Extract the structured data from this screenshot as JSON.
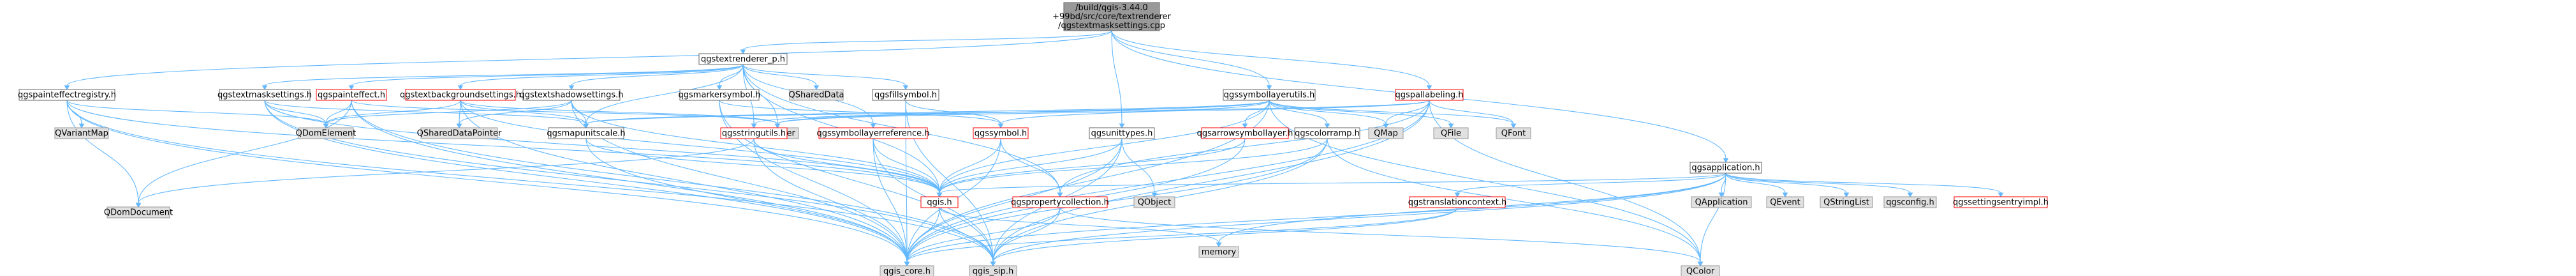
{
  "palette": {
    "root_fill": "#999999",
    "root_stroke": "#666666",
    "white_fill": "#ffffff",
    "white_stroke": "#666666",
    "red_stroke": "#ff0000",
    "grey_fill": "#e0e0e0",
    "grey_stroke": "#999999",
    "edge": "#63B8FF"
  },
  "nodes": [
    {
      "id": "root",
      "lines": [
        "/build/qgis-3.44.0",
        "+99bd/src/core/textrenderer",
        "/qgstextmasksettings.cpp"
      ],
      "style": "root"
    },
    {
      "id": "qgstextrenderer_p",
      "lines": [
        "qgstextrenderer_p.h"
      ],
      "style": "white"
    },
    {
      "id": "qgspainteffectregistry",
      "lines": [
        "qgspainteffectregistry.h"
      ],
      "style": "white"
    },
    {
      "id": "qgstextmasksettings",
      "lines": [
        "qgstextmasksettings.h"
      ],
      "style": "white"
    },
    {
      "id": "qgspainteffect",
      "lines": [
        "qgspainteffect.h"
      ],
      "style": "red"
    },
    {
      "id": "qgstextbackgroundsettings",
      "lines": [
        "qgstextbackgroundsettings.h"
      ],
      "style": "red"
    },
    {
      "id": "qgstextshadowsettings",
      "lines": [
        "qgstextshadowsettings.h"
      ],
      "style": "white"
    },
    {
      "id": "qgsmarkersymbol",
      "lines": [
        "qgsmarkersymbol.h"
      ],
      "style": "white"
    },
    {
      "id": "qshareddata",
      "lines": [
        "QSharedData"
      ],
      "style": "grey"
    },
    {
      "id": "qgsfillsymbol",
      "lines": [
        "qgsfillsymbol.h"
      ],
      "style": "white"
    },
    {
      "id": "qgssymbollayerutils",
      "lines": [
        "qgssymbollayerutils.h"
      ],
      "style": "white"
    },
    {
      "id": "qgspallabeling",
      "lines": [
        "qgspallabeling.h"
      ],
      "style": "red"
    },
    {
      "id": "qgsapplication",
      "lines": [
        "qgsapplication.h"
      ],
      "style": "white"
    },
    {
      "id": "qvariantmap",
      "lines": [
        "QVariantMap"
      ],
      "style": "grey"
    },
    {
      "id": "qdomelement",
      "lines": [
        "QDomElement"
      ],
      "style": "grey"
    },
    {
      "id": "qshareddatapointer",
      "lines": [
        "QSharedDataPointer"
      ],
      "style": "grey"
    },
    {
      "id": "qgsmapunitscale",
      "lines": [
        "qgsmapunitscale.h"
      ],
      "style": "white"
    },
    {
      "id": "qpainter",
      "lines": [
        "QPainter"
      ],
      "style": "grey"
    },
    {
      "id": "qgsstringutils",
      "lines": [
        "qgsstringutils.h"
      ],
      "style": "red"
    },
    {
      "id": "qgssymbollayerreference",
      "lines": [
        "qgssymbollayerreference.h"
      ],
      "style": "red"
    },
    {
      "id": "qgssymbol",
      "lines": [
        "qgssymbol.h"
      ],
      "style": "red"
    },
    {
      "id": "qgsunittypes",
      "lines": [
        "qgsunittypes.h"
      ],
      "style": "white"
    },
    {
      "id": "qgsarrowsymbollayer",
      "lines": [
        "qgsarrowsymbollayer.h"
      ],
      "style": "red"
    },
    {
      "id": "qgscolorramp",
      "lines": [
        "qgscolorramp.h"
      ],
      "style": "white"
    },
    {
      "id": "qmap",
      "lines": [
        "QMap"
      ],
      "style": "grey"
    },
    {
      "id": "qfile",
      "lines": [
        "QFile"
      ],
      "style": "grey"
    },
    {
      "id": "qfont",
      "lines": [
        "QFont"
      ],
      "style": "grey"
    },
    {
      "id": "qdomdocument",
      "lines": [
        "QDomDocument"
      ],
      "style": "grey"
    },
    {
      "id": "qgis_h",
      "lines": [
        "qgis.h"
      ],
      "style": "red"
    },
    {
      "id": "qobject",
      "lines": [
        "QObject"
      ],
      "style": "grey"
    },
    {
      "id": "qgspropertycollection",
      "lines": [
        "qgspropertycollection.h"
      ],
      "style": "red"
    },
    {
      "id": "qgstranslationcontext",
      "lines": [
        "qgstranslationcontext.h"
      ],
      "style": "red"
    },
    {
      "id": "qapplication",
      "lines": [
        "QApplication"
      ],
      "style": "grey"
    },
    {
      "id": "qevent",
      "lines": [
        "QEvent"
      ],
      "style": "grey"
    },
    {
      "id": "qstringlist",
      "lines": [
        "QStringList"
      ],
      "style": "grey"
    },
    {
      "id": "qgsconfig",
      "lines": [
        "qgsconfig.h"
      ],
      "style": "grey"
    },
    {
      "id": "qgssettingsentryimpl",
      "lines": [
        "qgssettingsentryimpl.h"
      ],
      "style": "red"
    },
    {
      "id": "memory",
      "lines": [
        "memory"
      ],
      "style": "grey"
    },
    {
      "id": "qgis_core",
      "lines": [
        "qgis_core.h"
      ],
      "style": "grey"
    },
    {
      "id": "qgis_sip",
      "lines": [
        "qgis_sip.h"
      ],
      "style": "grey"
    },
    {
      "id": "qcolor",
      "lines": [
        "QColor"
      ],
      "style": "grey"
    }
  ],
  "edges": [
    [
      "root",
      "qgstextrenderer_p"
    ],
    [
      "root",
      "qgspainteffectregistry"
    ],
    [
      "root",
      "qgssymbollayerutils"
    ],
    [
      "root",
      "qgspallabeling"
    ],
    [
      "root",
      "qgsunittypes"
    ],
    [
      "root",
      "qgsapplication"
    ],
    [
      "qgstextrenderer_p",
      "qgstextmasksettings"
    ],
    [
      "qgstextrenderer_p",
      "qgspainteffect"
    ],
    [
      "qgstextrenderer_p",
      "qgstextbackgroundsettings"
    ],
    [
      "qgstextrenderer_p",
      "qgstextshadowsettings"
    ],
    [
      "qgstextrenderer_p",
      "qgsmarkersymbol"
    ],
    [
      "qgstextrenderer_p",
      "qshareddata"
    ],
    [
      "qgstextrenderer_p",
      "qgsfillsymbol"
    ],
    [
      "qgstextrenderer_p",
      "qgsmapunitscale"
    ],
    [
      "qgstextrenderer_p",
      "qpainter"
    ],
    [
      "qgstextrenderer_p",
      "qgsstringutils"
    ],
    [
      "qgstextrenderer_p",
      "qgssymbollayerreference"
    ],
    [
      "qgstextrenderer_p",
      "qgis_h"
    ],
    [
      "qgstextrenderer_p",
      "qgspropertycollection"
    ],
    [
      "qgspainteffectregistry",
      "qvariantmap"
    ],
    [
      "qgspainteffectregistry",
      "qdomelement"
    ],
    [
      "qgspainteffectregistry",
      "qdomdocument"
    ],
    [
      "qgspainteffectregistry",
      "qgis_core"
    ],
    [
      "qgspainteffectregistry",
      "qgis_sip"
    ],
    [
      "qgspainteffectregistry",
      "qgis_h"
    ],
    [
      "qgstextmasksettings",
      "qdomelement"
    ],
    [
      "qgstextmasksettings",
      "qgsmapunitscale"
    ],
    [
      "qgstextmasksettings",
      "qgis_core"
    ],
    [
      "qgstextmasksettings",
      "qgis_h"
    ],
    [
      "qgstextmasksettings",
      "qgis_sip"
    ],
    [
      "qgspainteffect",
      "qdomelement"
    ],
    [
      "qgspainteffect",
      "qdomdocument"
    ],
    [
      "qgspainteffect",
      "qpainter"
    ],
    [
      "qgspainteffect",
      "qgis_core"
    ],
    [
      "qgspainteffect",
      "qgis_sip"
    ],
    [
      "qgstextbackgroundsettings",
      "qdomelement"
    ],
    [
      "qgstextbackgroundsettings",
      "qshareddatapointer"
    ],
    [
      "qgstextbackgroundsettings",
      "qgsmapunitscale"
    ],
    [
      "qgstextbackgroundsettings",
      "qpainter"
    ],
    [
      "qgstextbackgroundsettings",
      "qgis_core"
    ],
    [
      "qgstextbackgroundsettings",
      "qgis_h"
    ],
    [
      "qgstextshadowsettings",
      "qdomelement"
    ],
    [
      "qgstextshadowsettings",
      "qshareddatapointer"
    ],
    [
      "qgstextshadowsettings",
      "qgsmapunitscale"
    ],
    [
      "qgstextshadowsettings",
      "qgis_core"
    ],
    [
      "qgstextshadowsettings",
      "qgis_h"
    ],
    [
      "qgsmarkersymbol",
      "qgssymbol"
    ],
    [
      "qgsmarkersymbol",
      "qgis_core"
    ],
    [
      "qgsmarkersymbol",
      "qgis_sip"
    ],
    [
      "qgsfillsymbol",
      "qgssymbol"
    ],
    [
      "qgsfillsymbol",
      "qgis_core"
    ],
    [
      "qgsfillsymbol",
      "qgis_sip"
    ],
    [
      "qgssymbollayerutils",
      "qgsmapunitscale"
    ],
    [
      "qgssymbollayerutils",
      "qpainter"
    ],
    [
      "qgssymbollayerutils",
      "qgssymbol"
    ],
    [
      "qgssymbollayerutils",
      "qgsarrowsymbollayer"
    ],
    [
      "qgssymbollayerutils",
      "qgscolorramp"
    ],
    [
      "qgssymbollayerutils",
      "qmap"
    ],
    [
      "qgssymbollayerutils",
      "qfile"
    ],
    [
      "qgssymbollayerutils",
      "qfont"
    ],
    [
      "qgssymbollayerutils",
      "qgis_core"
    ],
    [
      "qgssymbollayerutils",
      "qgis_h"
    ],
    [
      "qgssymbollayerutils",
      "qcolor"
    ],
    [
      "qgssymbollayerutils",
      "qgsstringutils"
    ],
    [
      "qgspallabeling",
      "qgis_core"
    ],
    [
      "qgspallabeling",
      "qgis_sip"
    ],
    [
      "qgspallabeling",
      "qfont"
    ],
    [
      "qgspallabeling",
      "qmap"
    ],
    [
      "qgspallabeling",
      "qpainter"
    ],
    [
      "qgspallabeling",
      "qcolor"
    ],
    [
      "qgspallabeling",
      "qgsmapunitscale"
    ],
    [
      "qgspallabeling",
      "qgspropertycollection"
    ],
    [
      "qgsapplication",
      "qgis_core"
    ],
    [
      "qgsapplication",
      "qapplication"
    ],
    [
      "qgsapplication",
      "qevent"
    ],
    [
      "qgsapplication",
      "qstringlist"
    ],
    [
      "qgsapplication",
      "qgsconfig"
    ],
    [
      "qgsapplication",
      "qgssettingsentryimpl"
    ],
    [
      "qgsapplication",
      "qgstranslationcontext"
    ],
    [
      "qgsapplication",
      "qcolor"
    ],
    [
      "qgsapplication",
      "memory"
    ],
    [
      "qgsapplication",
      "qgis_h"
    ],
    [
      "qgsapplication",
      "qgis_sip"
    ],
    [
      "qgsmapunitscale",
      "qgis_h"
    ],
    [
      "qgsmapunitscale",
      "qgis_core"
    ],
    [
      "qgsstringutils",
      "qgis_core"
    ],
    [
      "qgsstringutils",
      "qgis_h"
    ],
    [
      "qgsstringutils",
      "qdomdocument"
    ],
    [
      "qgssymbollayerreference",
      "qgis_h"
    ],
    [
      "qgssymbollayerreference",
      "qgis_core"
    ],
    [
      "qgssymbollayerreference",
      "qgis_sip"
    ],
    [
      "qgssymbol",
      "qgis_h"
    ],
    [
      "qgssymbol",
      "qgis_core"
    ],
    [
      "qgssymbol",
      "qgspropertycollection"
    ],
    [
      "qgsunittypes",
      "qobject"
    ],
    [
      "qgsunittypes",
      "qgis_h"
    ],
    [
      "qgsunittypes",
      "qgis_core"
    ],
    [
      "qgsunittypes",
      "qgis_sip"
    ],
    [
      "qgsarrowsymbollayer",
      "qgis_core"
    ],
    [
      "qgsarrowsymbollayer",
      "qgis_h"
    ],
    [
      "qgscolorramp",
      "qgis_core"
    ],
    [
      "qgscolorramp",
      "qgis_sip"
    ],
    [
      "qgscolorramp",
      "qcolor"
    ],
    [
      "qgscolorramp",
      "qgis_h"
    ],
    [
      "qgis_h",
      "qgis_core"
    ],
    [
      "qgis_h",
      "qgis_sip"
    ],
    [
      "qgis_h",
      "memory"
    ],
    [
      "qgspropertycollection",
      "qgis_core"
    ],
    [
      "qgspropertycollection",
      "qgis_sip"
    ],
    [
      "qgspropertycollection",
      "qcolor"
    ],
    [
      "qgstranslationcontext",
      "qgis_core"
    ],
    [
      "qgstranslationcontext",
      "qgis_sip"
    ]
  ]
}
